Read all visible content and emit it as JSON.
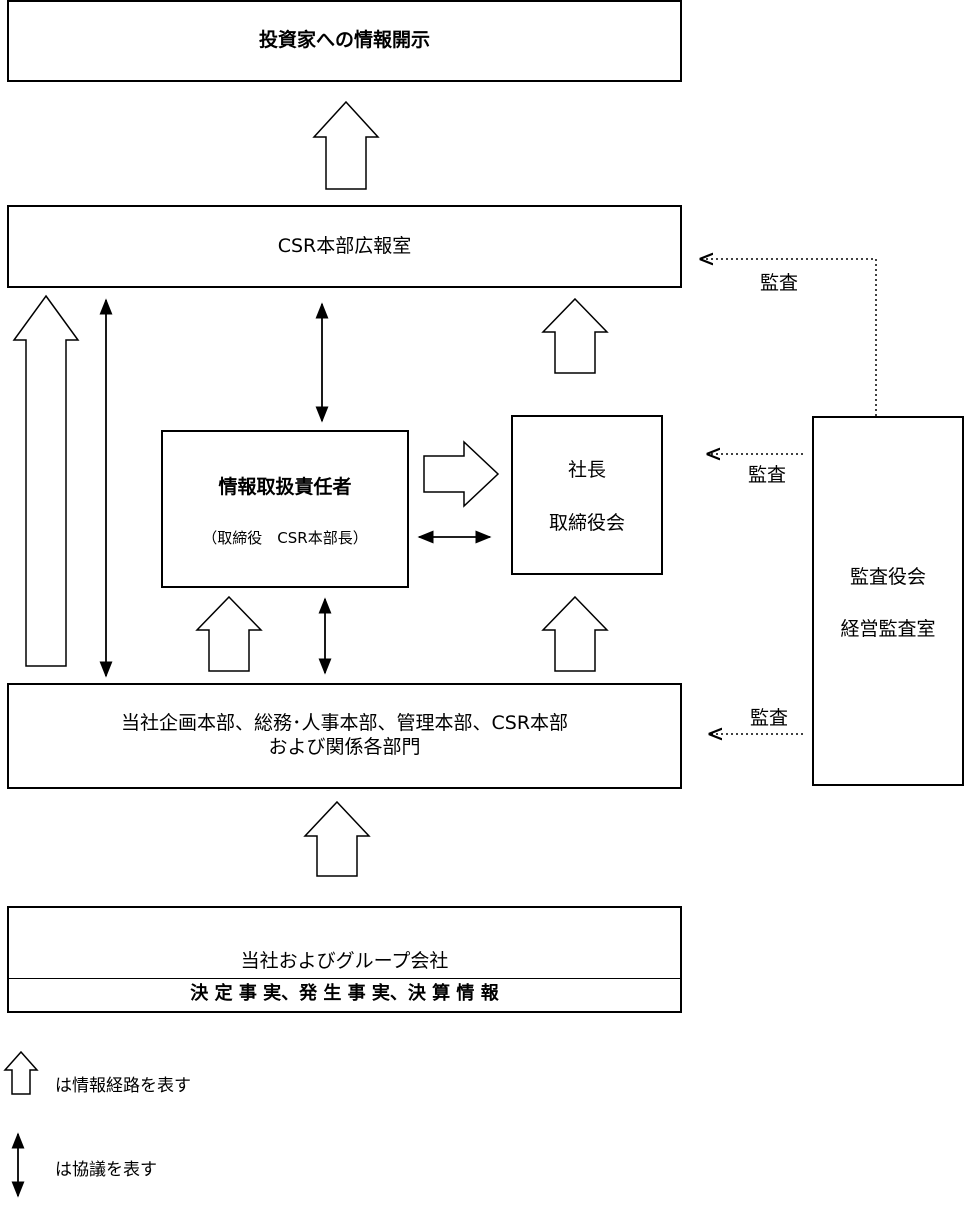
{
  "boxes": {
    "investor_disclosure": "投資家への情報開示",
    "csr_pr_office": "CSR本部広報室",
    "info_officer": {
      "title": "情報取扱責任者",
      "subtitle": "（取締役　CSR本部長）"
    },
    "president_board": {
      "line1": "社長",
      "line2": "取締役会"
    },
    "audit": {
      "line1": "監査役会",
      "line2": "経営監査室"
    },
    "departments": {
      "line1": "当社企画本部、総務･人事本部、管理本部、CSR本部",
      "line2": "および関係各部門"
    },
    "group": {
      "title": "当社およびグループ会社",
      "facts": "決 定 事 実、発 生 事 実、決 算 情 報"
    }
  },
  "audit_labels": {
    "to_pr_office": "監査",
    "to_president": "監査",
    "to_departments": "監査"
  },
  "legend": {
    "info_route": "は情報経路を表す",
    "consultation": "は協議を表す"
  }
}
